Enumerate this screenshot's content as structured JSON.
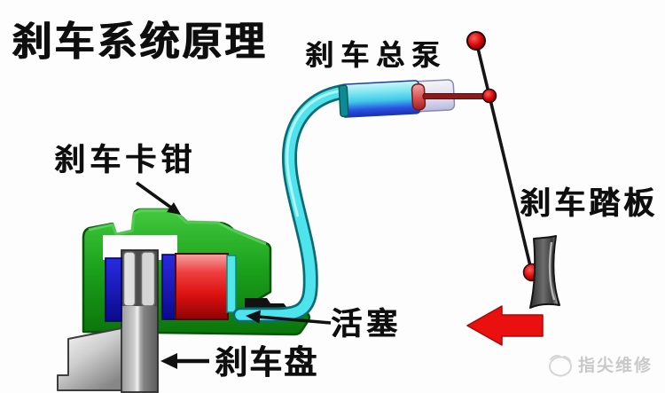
{
  "title": "刹车系统原理",
  "labels": {
    "master_cylinder": "刹车总泵",
    "brake_pedal": "刹车踏板",
    "brake_caliper": "刹车卡钳",
    "piston": "活塞",
    "brake_disc": "刹车盘"
  },
  "watermark": {
    "text": "指尖维修"
  },
  "colors": {
    "caliper_green": "#1da31d",
    "pad_blue": "#1818cc",
    "piston_red": "#dd1111",
    "hose_cyan": "#4fe3ee",
    "cylinder_blue": "#2a52e0",
    "rod_dark_red": "#8b1a1a",
    "arrow_red": "#ea1010",
    "label_black": "#0e0e0e",
    "watermark_gray": "#c9c9c9"
  }
}
